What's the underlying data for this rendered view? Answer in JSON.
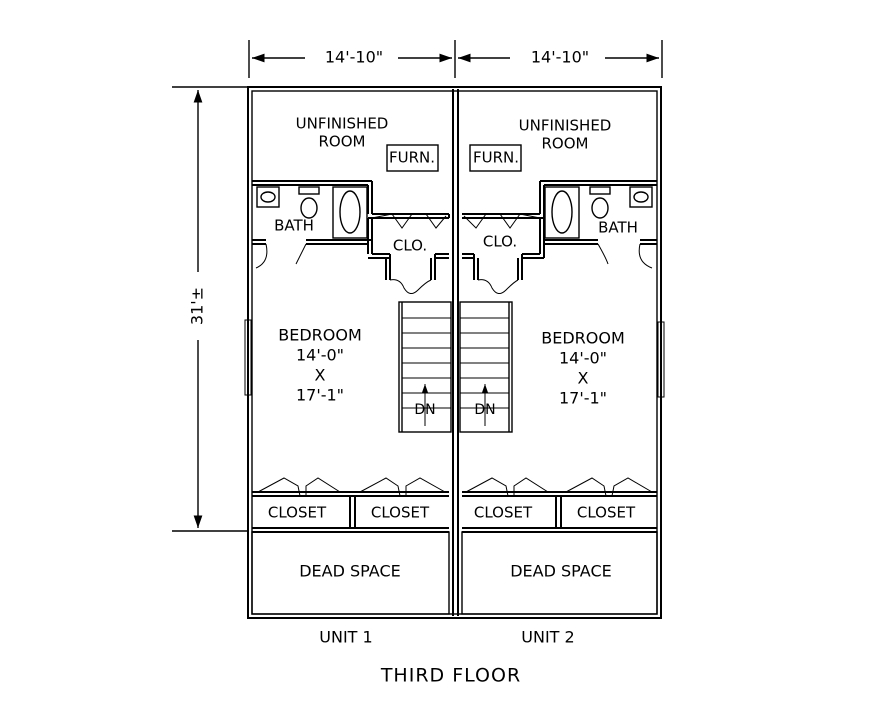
{
  "dimensions": {
    "unit1_width": "14'-10\"",
    "unit2_width": "14'-10\"",
    "depth": "31'±"
  },
  "unit1": {
    "label": "UNIT 1",
    "unfinished_room": [
      "UNFINISHED",
      "ROOM"
    ],
    "furnace": "FURN.",
    "bath": "BATH",
    "closet_small": "CLO.",
    "bedroom": [
      "BEDROOM",
      "14'-0\"",
      "X",
      "17'-1\""
    ],
    "stair": "DN",
    "closet_left": "CLOSET",
    "closet_right": "CLOSET",
    "dead_space": "DEAD SPACE"
  },
  "unit2": {
    "label": "UNIT 2",
    "unfinished_room": [
      "UNFINISHED",
      "ROOM"
    ],
    "furnace": "FURN.",
    "bath": "BATH",
    "closet_small": "CLO.",
    "bedroom": [
      "BEDROOM",
      "14'-0\"",
      "X",
      "17'-1\""
    ],
    "stair": "DN",
    "closet_left": "CLOSET",
    "closet_right": "CLOSET",
    "dead_space": "DEAD SPACE"
  },
  "floor_title": "THIRD FLOOR"
}
